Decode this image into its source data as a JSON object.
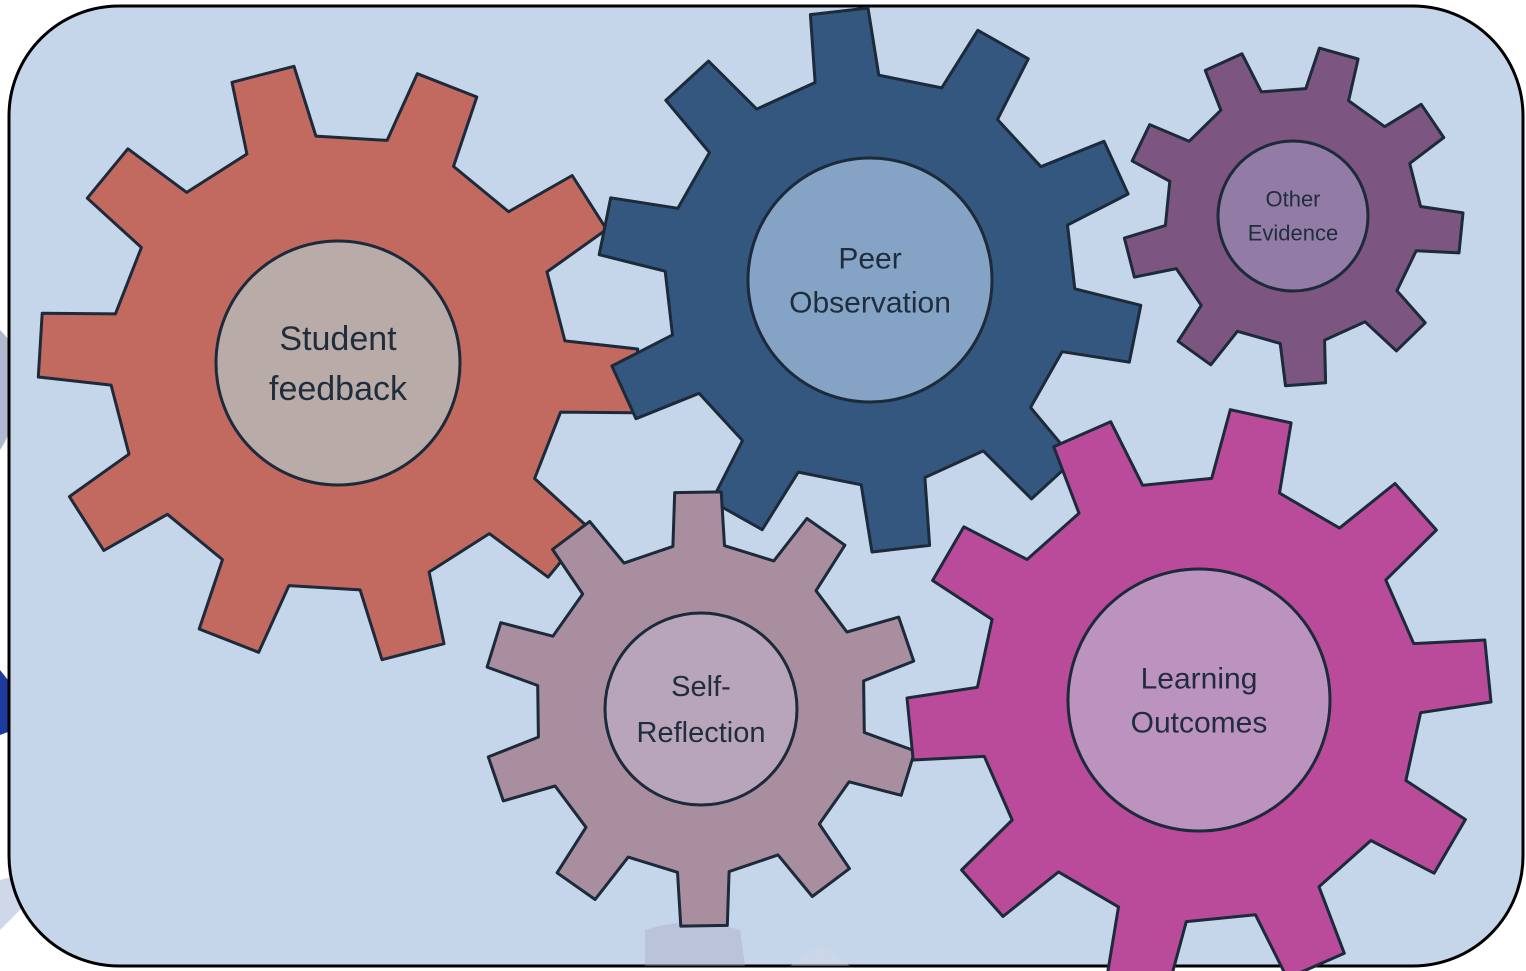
{
  "panel": {
    "background": "#c5d6ea",
    "border": "#000000"
  },
  "gears": [
    {
      "id": "student-feedback",
      "lines": [
        "Student",
        "feedback"
      ],
      "gear_color": "#c36a60",
      "hub_color": "#b9aba7"
    },
    {
      "id": "peer-observation",
      "lines": [
        "Peer",
        "Observation"
      ],
      "gear_color": "#33577f",
      "hub_color": "#84a3c5"
    },
    {
      "id": "other-evidence",
      "lines": [
        "Other",
        "Evidence"
      ],
      "gear_color": "#7c5680",
      "hub_color": "#927ca6"
    },
    {
      "id": "self-reflection",
      "lines": [
        "Self-",
        "Reflection"
      ],
      "gear_color": "#a98ea0",
      "hub_color": "#b8a5ba"
    },
    {
      "id": "learning-outcomes",
      "lines": [
        "Learning",
        "Outcomes"
      ],
      "gear_color": "#b94b9a",
      "hub_color": "#bc92bf"
    }
  ]
}
